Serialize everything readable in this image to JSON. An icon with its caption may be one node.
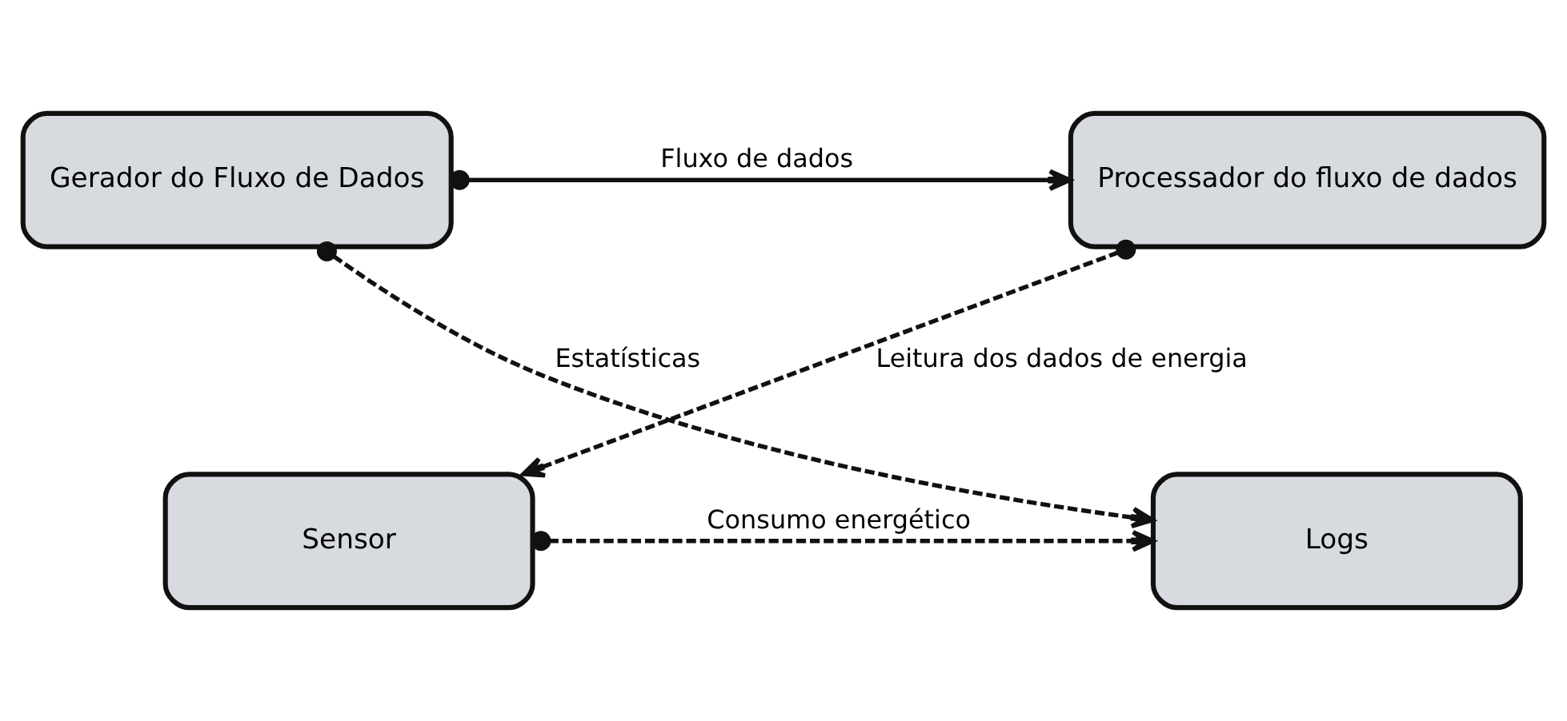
{
  "diagram": {
    "nodes": [
      {
        "text": [
          "Gerador do Fluxo de Dados"
        ]
      },
      {
        "text": [
          "Processador do fluxo de dados"
        ]
      },
      {
        "text": [
          "Logs"
        ]
      },
      {
        "text": [
          "Sensor"
        ]
      }
    ],
    "edges": [
      {
        "from": 0,
        "to": 1,
        "arrow": "to",
        "label": "Fluxo de dados"
      },
      {
        "from": 1,
        "to": 3,
        "arrow": "to",
        "label": "Leitura dos dados de energia",
        "style": "dashed"
      },
      {
        "from": 0,
        "to": 2,
        "arrow": "to",
        "label": "Estatísticas",
        "style": "dashed"
      },
      {
        "from": 3,
        "to": 2,
        "arrow": "to",
        "label": "Consumo energético",
        "style": "dashed"
      }
    ]
  }
}
